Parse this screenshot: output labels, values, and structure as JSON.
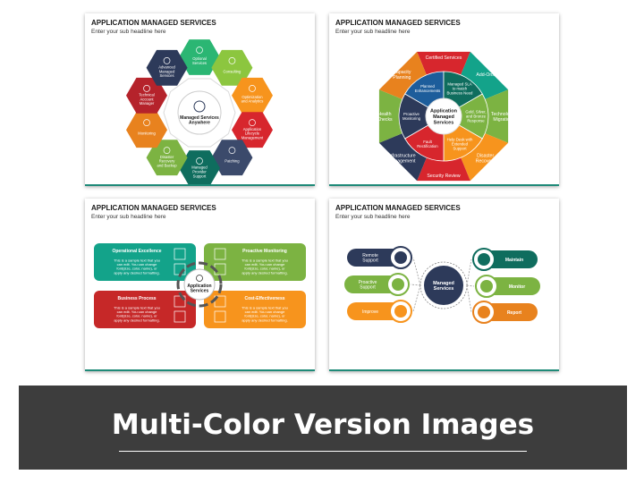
{
  "slides": [
    {
      "title": "APPLICATION MANAGED SERVICES",
      "subtitle": "Enter your sub headline here",
      "center": [
        "Managed Services",
        "Anywhere"
      ],
      "segments": [
        {
          "label": [
            "Optional",
            "Services"
          ],
          "color": "#2bb673"
        },
        {
          "label": [
            "Consulting"
          ],
          "color": "#8cc63f"
        },
        {
          "label": [
            "Optimization",
            "and Analytics"
          ],
          "color": "#f7941d"
        },
        {
          "label": [
            "Application",
            "Lifecycle",
            "Management"
          ],
          "color": "#d7262d"
        },
        {
          "label": [
            "Patching"
          ],
          "color": "#3b4a6b"
        },
        {
          "label": [
            "Managed",
            "Provider",
            "Support"
          ],
          "color": "#0f6d5e"
        },
        {
          "label": [
            "Disaster",
            "Recovery",
            "and Backup"
          ],
          "color": "#7cb342"
        },
        {
          "label": [
            "Monitoring"
          ],
          "color": "#e8821e"
        },
        {
          "label": [
            "Technical",
            "Account",
            "Manager"
          ],
          "color": "#b5232b"
        },
        {
          "label": [
            "Advanced",
            "Managed",
            "Services"
          ],
          "color": "#2d3a5a"
        }
      ]
    },
    {
      "title": "APPLICATION MANAGED SERVICES",
      "subtitle": "Enter your sub headline here",
      "center": [
        "Application",
        "Managed",
        "Services"
      ],
      "outer": [
        {
          "label": [
            "Certified Services"
          ],
          "color": "#d7262d"
        },
        {
          "label": [
            "Add-Ons"
          ],
          "color": "#13a38a"
        },
        {
          "label": [
            "Technology",
            "Migration"
          ],
          "color": "#7cb342"
        },
        {
          "label": [
            "Disaster",
            "Recovery"
          ],
          "color": "#f7941d"
        },
        {
          "label": [
            "Security Review"
          ],
          "color": "#d7262d"
        },
        {
          "label": [
            "Infrastructure",
            "Management"
          ],
          "color": "#2d3a5a"
        },
        {
          "label": [
            "Health",
            "Checks"
          ],
          "color": "#7cb342"
        },
        {
          "label": [
            "Capacity",
            "Planning"
          ],
          "color": "#e8821e"
        }
      ],
      "inner": [
        {
          "label": [
            "Planned",
            "Enhancements"
          ],
          "color": "#1d5d9b"
        },
        {
          "label": [
            "Managed SLA",
            "to match",
            "Business Need"
          ],
          "color": "#0f6d5e"
        },
        {
          "label": [
            "Gold, Silver,",
            "and Bronze",
            "Response"
          ],
          "color": "#7cb342"
        },
        {
          "label": [
            "Help Desk with",
            "Extended",
            "Support"
          ],
          "color": "#f7941d"
        },
        {
          "label": [
            "Fault",
            "Rectification"
          ],
          "color": "#d7262d"
        },
        {
          "label": [
            "Proactive",
            "Monitoring"
          ],
          "color": "#2d3a5a"
        }
      ]
    },
    {
      "title": "APPLICATION MANAGED SERVICES",
      "subtitle": "Enter your sub headline here",
      "center": [
        "Application",
        "Services"
      ],
      "body": [
        "This is a sample text that you",
        "can edit. You can change",
        "font(size, color, name), or",
        "apply any desired formatting."
      ],
      "cards": [
        {
          "label": "Operational Excellence",
          "color": "#13a38a"
        },
        {
          "label": "Proactive Monitoring",
          "color": "#7cb342"
        },
        {
          "label": "Business Process",
          "color": "#c62828"
        },
        {
          "label": "Cost-Effectiveness",
          "color": "#f7941d"
        }
      ]
    },
    {
      "title": "APPLICATION MANAGED SERVICES",
      "subtitle": "Enter your sub headline here",
      "center": [
        "Managed",
        "Services"
      ],
      "items": [
        {
          "label": [
            "Remote",
            "Support"
          ],
          "color": "#2d3a5a"
        },
        {
          "label": [
            "Proactive",
            "Support"
          ],
          "color": "#7cb342"
        },
        {
          "label": [
            "Improve"
          ],
          "color": "#f7941d"
        },
        {
          "label": [
            "Maintain"
          ],
          "color": "#0f6d5e"
        },
        {
          "label": [
            "Monitor"
          ],
          "color": "#7cb342"
        },
        {
          "label": [
            "Report"
          ],
          "color": "#e8821e"
        }
      ]
    }
  ],
  "banner": {
    "title": "Multi-Color Version Images"
  }
}
